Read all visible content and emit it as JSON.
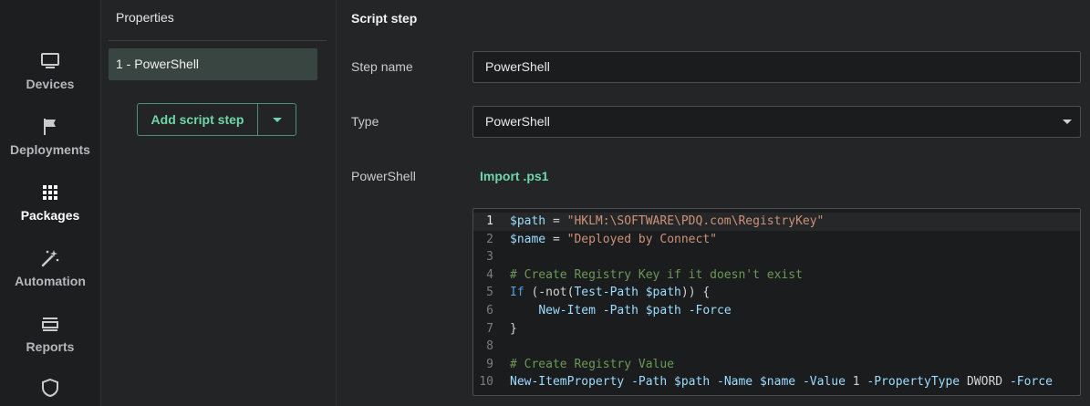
{
  "nav": {
    "items": [
      {
        "label": "Devices",
        "icon": "monitor-icon"
      },
      {
        "label": "Deployments",
        "icon": "flag-icon"
      },
      {
        "label": "Packages",
        "icon": "grid-icon",
        "active": true
      },
      {
        "label": "Automation",
        "icon": "magic-wand-icon"
      },
      {
        "label": "Reports",
        "icon": "reports-icon"
      },
      {
        "label": "",
        "icon": "shield-icon"
      }
    ]
  },
  "properties": {
    "title": "Properties",
    "steps": [
      {
        "label": "1 - PowerShell"
      }
    ],
    "add_button_label": "Add script step"
  },
  "script_step": {
    "title": "Script step",
    "step_name_label": "Step name",
    "step_name_value": "PowerShell",
    "type_label": "Type",
    "type_value": "PowerShell",
    "powershell_label": "PowerShell",
    "import_link": "Import .ps1"
  },
  "editor": {
    "current_line": 1,
    "lines": [
      {
        "n": "1",
        "tokens": [
          [
            "var",
            "$path"
          ],
          [
            "plain",
            " = "
          ],
          [
            "str",
            "\"HKLM:\\SOFTWARE\\PDQ.com\\RegistryKey\""
          ]
        ]
      },
      {
        "n": "2",
        "tokens": [
          [
            "var",
            "$name"
          ],
          [
            "plain",
            " = "
          ],
          [
            "str",
            "\"Deployed by Connect\""
          ]
        ]
      },
      {
        "n": "3",
        "tokens": []
      },
      {
        "n": "4",
        "tokens": [
          [
            "cmt",
            "# Create Registry Key if it doesn't exist"
          ]
        ]
      },
      {
        "n": "5",
        "tokens": [
          [
            "kw",
            "If"
          ],
          [
            "plain",
            " (-not("
          ],
          [
            "cmd",
            "Test-Path"
          ],
          [
            "plain",
            " "
          ],
          [
            "var",
            "$path"
          ],
          [
            "plain",
            ")) {"
          ]
        ]
      },
      {
        "n": "6",
        "tokens": [
          [
            "plain",
            "    "
          ],
          [
            "cmd",
            "New-Item"
          ],
          [
            "plain",
            " "
          ],
          [
            "cmd",
            "-Path"
          ],
          [
            "plain",
            " "
          ],
          [
            "var",
            "$path"
          ],
          [
            "plain",
            " "
          ],
          [
            "cmd",
            "-Force"
          ]
        ]
      },
      {
        "n": "7",
        "tokens": [
          [
            "plain",
            "}"
          ]
        ]
      },
      {
        "n": "8",
        "tokens": []
      },
      {
        "n": "9",
        "tokens": [
          [
            "cmt",
            "# Create Registry Value"
          ]
        ]
      },
      {
        "n": "10",
        "tokens": [
          [
            "cmd",
            "New-ItemProperty"
          ],
          [
            "plain",
            " "
          ],
          [
            "cmd",
            "-Path"
          ],
          [
            "plain",
            " "
          ],
          [
            "var",
            "$path"
          ],
          [
            "plain",
            " "
          ],
          [
            "cmd",
            "-Name"
          ],
          [
            "plain",
            " "
          ],
          [
            "var",
            "$name"
          ],
          [
            "plain",
            " "
          ],
          [
            "cmd",
            "-Value"
          ],
          [
            "plain",
            " 1 "
          ],
          [
            "cmd",
            "-PropertyType"
          ],
          [
            "plain",
            " DWORD "
          ],
          [
            "cmd",
            "-Force"
          ]
        ]
      }
    ]
  }
}
